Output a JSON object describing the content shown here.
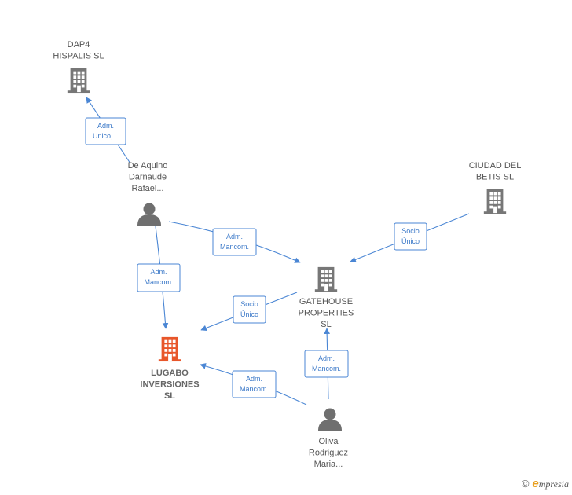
{
  "colors": {
    "edge": "#4a86d4",
    "company_icon": "#777777",
    "main_company_icon": "#e8562a",
    "person_icon": "#6f6f6f"
  },
  "nodes": [
    {
      "id": "dap4",
      "type": "company",
      "icon": "building-icon",
      "lines": [
        "DAP4",
        "HISPALIS  SL"
      ]
    },
    {
      "id": "ciudad",
      "type": "company",
      "icon": "building-icon",
      "lines": [
        "CIUDAD DEL",
        "BETIS  SL"
      ]
    },
    {
      "id": "gatehouse",
      "type": "company",
      "icon": "building-icon",
      "lines": [
        "GATEHOUSE",
        "PROPERTIES",
        "SL"
      ]
    },
    {
      "id": "lugabo",
      "type": "main-company",
      "icon": "building-icon",
      "lines": [
        "LUGABO",
        "INVERSIONES",
        "SL"
      ]
    },
    {
      "id": "deaquino",
      "type": "person",
      "icon": "person-icon",
      "lines": [
        "De Aquino",
        "Darnaude",
        "Rafael..."
      ]
    },
    {
      "id": "oliva",
      "type": "person",
      "icon": "person-icon",
      "lines": [
        "Oliva",
        "Rodriguez",
        "Maria..."
      ]
    }
  ],
  "edges": [
    {
      "id": "deaquino-dap4",
      "from": "deaquino",
      "to": "dap4",
      "label": [
        "Adm.",
        "Unico,..."
      ]
    },
    {
      "id": "deaquino-gatehouse",
      "from": "deaquino",
      "to": "gatehouse",
      "label": [
        "Adm.",
        "Mancom."
      ]
    },
    {
      "id": "deaquino-lugabo",
      "from": "deaquino",
      "to": "lugabo",
      "label": [
        "Adm.",
        "Mancom."
      ]
    },
    {
      "id": "ciudad-gatehouse",
      "from": "ciudad",
      "to": "gatehouse",
      "label": [
        "Socio",
        "Único"
      ]
    },
    {
      "id": "gatehouse-lugabo",
      "from": "gatehouse",
      "to": "lugabo",
      "label": [
        "Socio",
        "Único"
      ]
    },
    {
      "id": "oliva-gatehouse",
      "from": "oliva",
      "to": "gatehouse",
      "label": [
        "Adm.",
        "Mancom."
      ]
    },
    {
      "id": "oliva-lugabo",
      "from": "oliva",
      "to": "lugabo",
      "label": [
        "Adm.",
        "Mancom."
      ]
    }
  ],
  "footer": {
    "copyright": "©",
    "brand_initial": "e",
    "brand_rest": "mpresia"
  }
}
